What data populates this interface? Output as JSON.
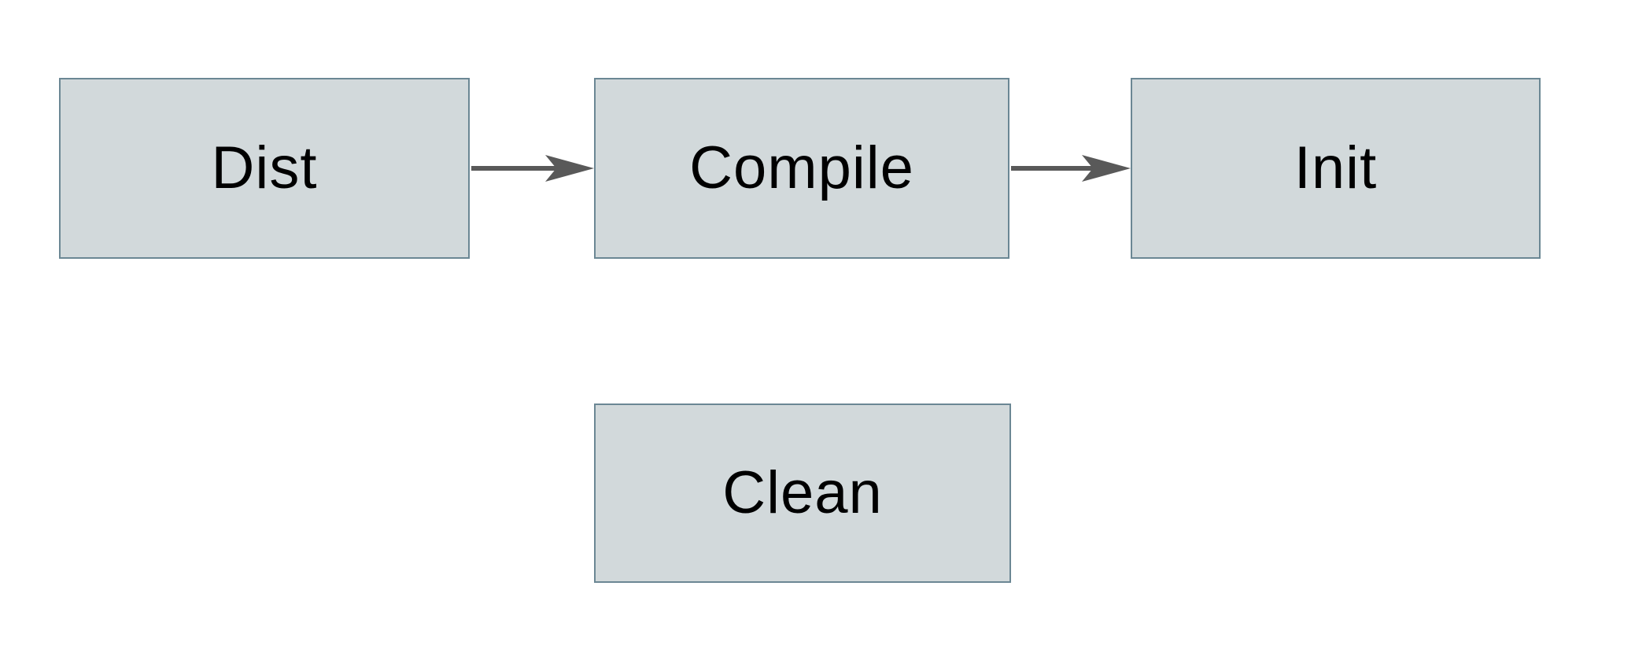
{
  "diagram": {
    "type": "flowchart",
    "nodes": [
      {
        "id": "dist",
        "label": "Dist"
      },
      {
        "id": "compile",
        "label": "Compile"
      },
      {
        "id": "init",
        "label": "Init"
      },
      {
        "id": "clean",
        "label": "Clean"
      }
    ],
    "edges": [
      {
        "from": "dist",
        "to": "compile",
        "style": "solid-arrow"
      },
      {
        "from": "compile",
        "to": "init",
        "style": "solid-arrow"
      }
    ],
    "colors": {
      "node_fill": "#d2d9db",
      "node_border": "#6b8794",
      "arrow": "#595959",
      "text": "#000000",
      "background": "#ffffff"
    }
  }
}
